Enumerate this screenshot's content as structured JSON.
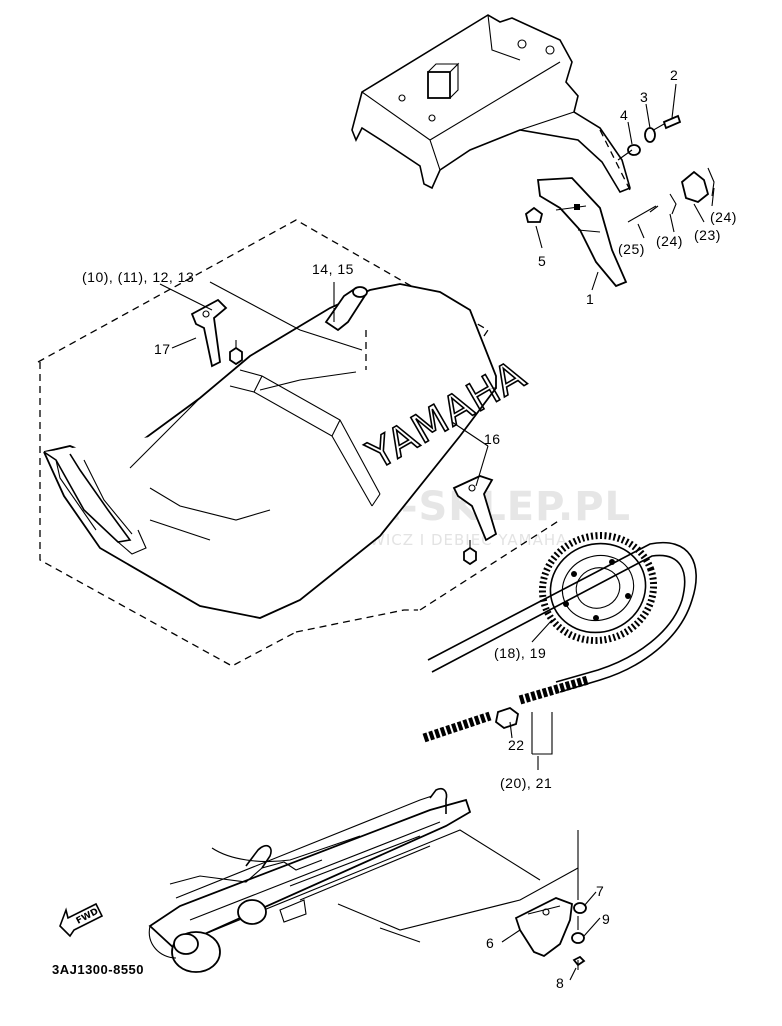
{
  "diagram": {
    "brand_text": "YAMAHA",
    "fwd_text": "FWD",
    "drawing_code": "3AJ1300-8550",
    "watermark": {
      "title": "YAMA-SKLEP.PL",
      "subtitle": "WOJCIECHOWICZ I DEBIEC YAMAHA"
    },
    "labels": {
      "p1": "1",
      "p2": "2",
      "p3": "3",
      "p4": "4",
      "p5": "5",
      "p6": "6",
      "p7": "7",
      "p8": "8",
      "p9": "9",
      "p10_13": "(10), (11), 12, 13",
      "p14_15": "14, 15",
      "p16": "16",
      "p17": "17",
      "p18_19": "(18), 19",
      "p20_21": "(20), 21",
      "p22": "22",
      "p23": "(23)",
      "p24a": "(24)",
      "p24b": "(24)",
      "p25": "(25)"
    }
  }
}
